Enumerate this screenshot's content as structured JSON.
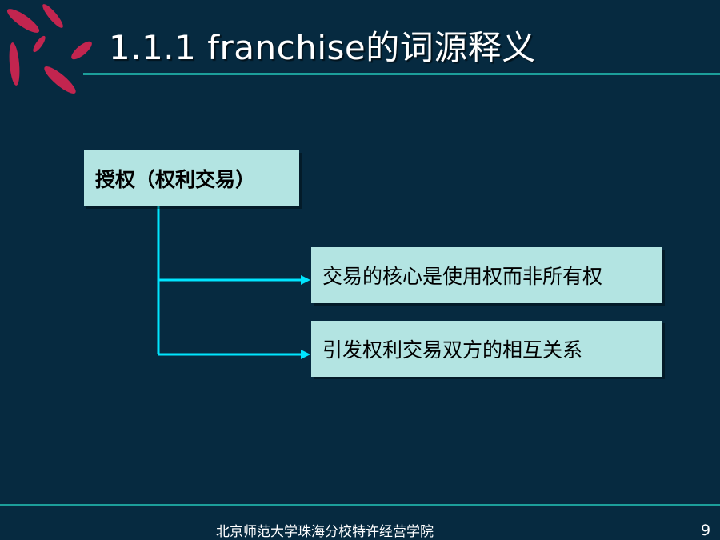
{
  "slide": {
    "title": "1.1.1 franchise的词源释义",
    "footer": "北京师范大学珠海分校特许经营学院",
    "page_number": "9"
  },
  "diagram": {
    "root": "授权（权利交易）",
    "children": [
      "交易的核心是使用权而非所有权",
      "引发权利交易双方的相互关系"
    ]
  },
  "colors": {
    "background": "#062a40",
    "accent_rule": "#1c9e9a",
    "box_fill": "#b3e4e2",
    "connector": "#00e5ff",
    "decor_petal": "#c2254f"
  }
}
